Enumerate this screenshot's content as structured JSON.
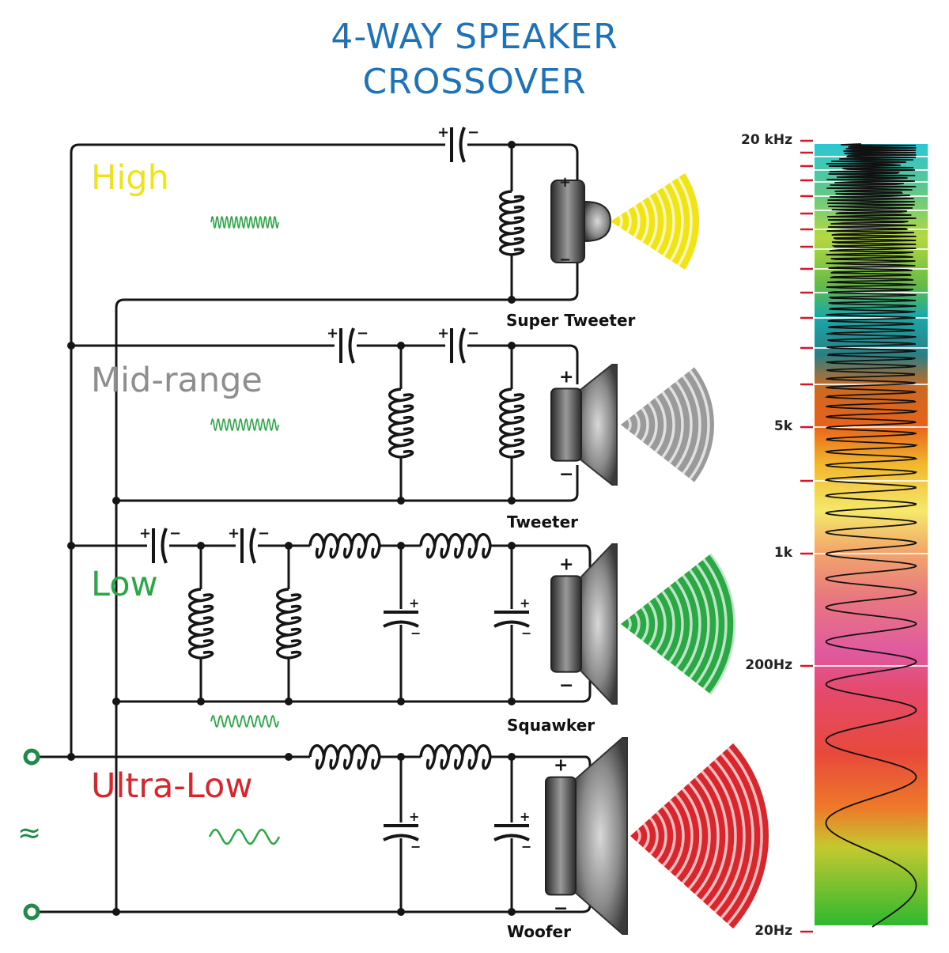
{
  "title": {
    "line1": "4-WAY SPEAKER",
    "line2": "CROSSOVER",
    "color": "#1e73b8"
  },
  "bands": [
    {
      "id": "high",
      "label": "High",
      "color": "#f0e416",
      "speaker": "Super Tweeter"
    },
    {
      "id": "mid",
      "label": "Mid-range",
      "color": "#8e8e8e",
      "speaker": "Tweeter"
    },
    {
      "id": "low",
      "label": "Low",
      "color": "#2aa845",
      "speaker": "Squawker"
    },
    {
      "id": "ultra",
      "label": "Ultra-Low",
      "color": "#d9262c",
      "speaker": "Woofer"
    }
  ],
  "input_symbol": "≈",
  "spectrum": {
    "labels": [
      "20 kHz",
      "5k",
      "1k",
      "200Hz",
      "20Hz"
    ]
  },
  "colors": {
    "wire": "#151515",
    "terminal": "#1f8a4a",
    "waveform": "#2aa845"
  }
}
